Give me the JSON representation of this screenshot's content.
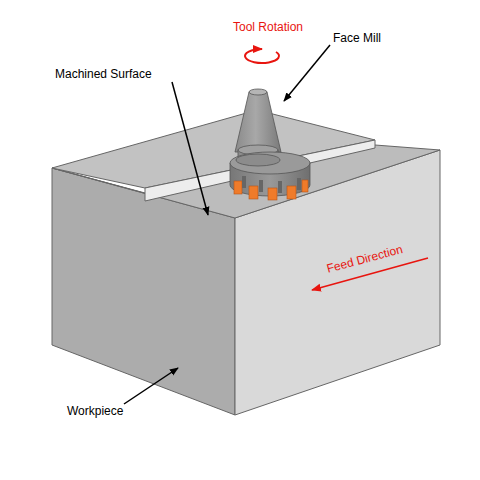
{
  "diagram": {
    "labels": [
      "Tool Rotation",
      "Face Mill",
      "Machined Surface",
      "Feed Direction",
      "Workpiece"
    ]
  }
}
